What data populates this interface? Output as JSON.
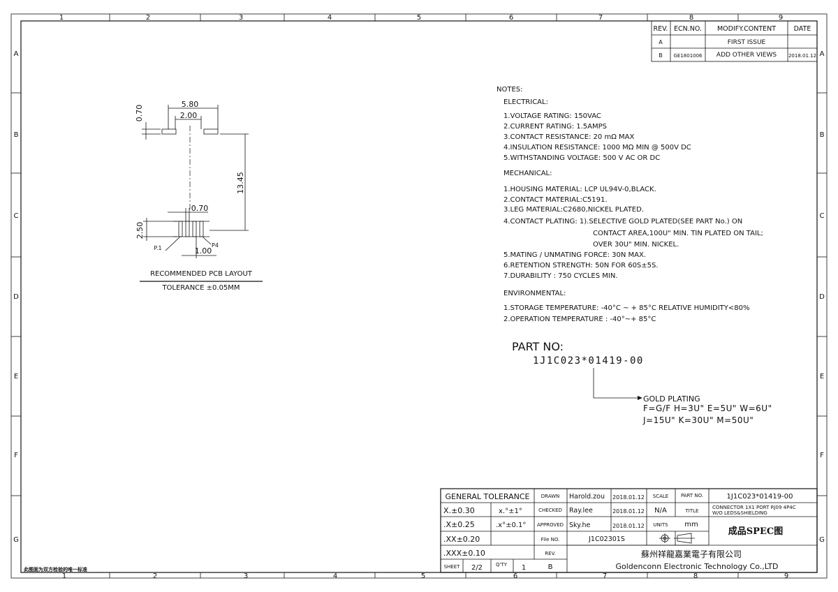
{
  "frame": {
    "columns": [
      "1",
      "2",
      "3",
      "4",
      "5",
      "6",
      "7",
      "8",
      "9"
    ],
    "rows": [
      "A",
      "B",
      "C",
      "D",
      "E",
      "F",
      "G"
    ],
    "footer_note": "此图面为双方检验的唯一标准"
  },
  "revision_table": {
    "headers": [
      "REV.",
      "ECN.NO.",
      "MODIFY.CONTENT",
      "DATE"
    ],
    "rows": [
      {
        "rev": "A",
        "ecn": "",
        "content": "FIRST ISSUE",
        "date": ""
      },
      {
        "rev": "B",
        "ecn": "GE1801006",
        "content": "ADD OTHER VIEWS",
        "date": "2018.01.12"
      }
    ]
  },
  "pcb_layout": {
    "dim_top_span": "5.80",
    "dim_inner_span": "2.00",
    "dim_pad_height": "0.70",
    "dim_vertical": "13.45",
    "dim_pin_width": "0.70",
    "dim_pin_height": "2.50",
    "dim_pitch": "1.00",
    "label_p1": "P.1",
    "label_p4": "P4",
    "title": "RECOMMENDED PCB LAYOUT",
    "tolerance": "TOLERANCE ±0.05MM"
  },
  "notes": {
    "heading": "NOTES:",
    "electrical_heading": "ELECTRICAL:",
    "electrical": [
      "1.VOLTAGE RATING:  150VAC",
      "2.CURRENT RATING:    1.5AMPS",
      "3.CONTACT RESISTANCE:  20 mΩ MAX",
      "4.INSULATION RESISTANCE:  1000 MΩ MIN @ 500V DC",
      "5.WITHSTANDING VOLTAGE:  500 V AC OR DC"
    ],
    "mechanical_heading": "MECHANICAL:",
    "mechanical": [
      "1.HOUSING MATERIAL: LCP UL94V-0,BLACK.",
      "2.CONTACT MATERIAL:C5191.",
      "3.LEG MATERIAL:C2680,NICKEL PLATED.",
      "4.CONTACT PLATING: 1).SELECTIVE GOLD PLATED(SEE PART No.) ON",
      "CONTACT AREA,100U\" MIN. TIN PLATED ON TAIL;",
      "OVER 30U\" MIN. NICKEL.",
      "5.MATING / UNMATING FORCE: 30N MAX.",
      "6.RETENTION STRENGTH: 50N FOR 60S±5S.",
      "7.DURABILITY : 750 CYCLES MIN."
    ],
    "environmental_heading": "ENVIRONMENTAL:",
    "environmental": [
      "1.STORAGE TEMPERATURE: -40°C ~ + 85°C RELATIVE HUMIDITY<80%",
      "2.OPERATION TEMPERATURE : -40°~+ 85°C"
    ]
  },
  "part_number": {
    "label": "PART NO:",
    "code": "1J1C023*01419-00",
    "plating_heading": "GOLD PLATING",
    "plating_line1": "F=G/F  H=3U\"  E=5U\"  W=6U\"",
    "plating_line2": "J=15U\"   K=30U\"  M=50U\""
  },
  "title_block": {
    "general_tolerance": "GENERAL TOLERANCE",
    "tol_x": "X.±0.30",
    "tol_angle1": "x.°±1°",
    "tol_xx": ".X±0.25",
    "tol_angle2": ".x°±0.1°",
    "tol_xxx": ".XX±0.20",
    "tol_xxxx": ".XXX±0.10",
    "drawn_label": "DRAWN",
    "drawn_name": "Harold.zou",
    "drawn_date": "2018.01.12",
    "checked_label": "CHECKED",
    "checked_name": "Ray.lee",
    "checked_date": "2018.01.12",
    "approved_label": "APPROVED",
    "approved_name": "Sky.he",
    "approved_date": "2018.01.12",
    "scale_label": "SCALE",
    "scale_value": "N/A",
    "units_label": "UNITS",
    "units_value": "mm",
    "part_no_label": "PART NO.",
    "part_no_value": "1J1C023*01419-00",
    "title_label": "TITLE",
    "title_line1": "CONNECTOR 1X1 PORT RJ09 4P4C",
    "title_line2": "W/O LEDS&SHIELDING",
    "file_no_label": "File NO.",
    "file_no_value": "J1C02301S",
    "spec_title": "成品SPEC图",
    "rev_label": "REV.",
    "rev_value": "B",
    "sheet_label": "SHEET",
    "sheet_value": "2/2",
    "qty_label": "Q'TY",
    "qty_value": "1",
    "company_cn": "蘇州祥龍嘉業電子有限公司",
    "company_en": "Goldenconn  Electronic  Technology  Co.,LTD"
  }
}
